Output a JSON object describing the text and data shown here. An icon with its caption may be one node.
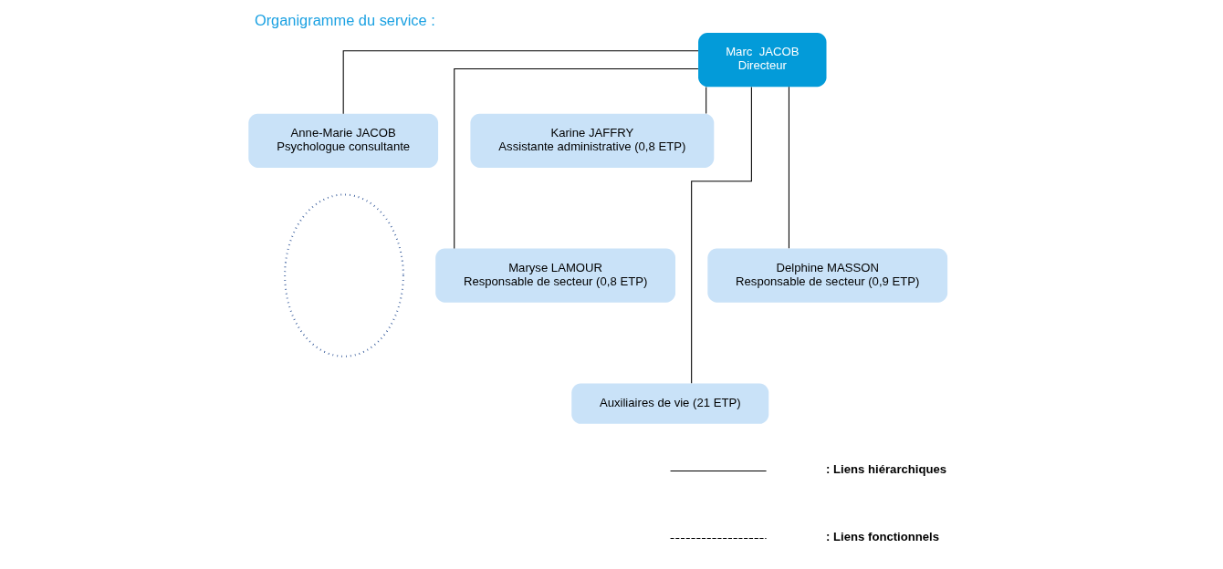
{
  "diagram": {
    "title": "Organigramme du service :",
    "nodes": [
      {
        "text": [
          "Marc  JACOB",
          "Directeur"
        ]
      },
      {
        "text": [
          "Anne-Marie JACOB",
          "Psychologue consultante"
        ]
      },
      {
        "text": [
          "Karine JAFFRY",
          "Assistante administrative (0,8 ETP)"
        ]
      },
      {
        "text": [
          "Maryse LAMOUR",
          "Responsable de secteur (0,8 ETP)"
        ]
      },
      {
        "text": [
          "Delphine MASSON",
          "Responsable de secteur (0,9 ETP)"
        ]
      },
      {
        "text": [],
        "shape": "circle"
      },
      {
        "text": [
          "Auxiliaires de vie (21 ETP)"
        ]
      }
    ],
    "edges": [
      {
        "from": 0,
        "to": 1,
        "arrow": "none"
      },
      {
        "from": 0,
        "to": 2,
        "arrow": "none"
      },
      {
        "from": 0,
        "to": 3,
        "arrow": "none"
      },
      {
        "from": 0,
        "to": 4,
        "arrow": "none"
      },
      {
        "from": 0,
        "to": 6,
        "arrow": "none"
      }
    ],
    "legend": [
      {
        "text": ": Liens hiérarchiques"
      },
      {
        "text": ": Liens fonctionnels"
      }
    ]
  }
}
